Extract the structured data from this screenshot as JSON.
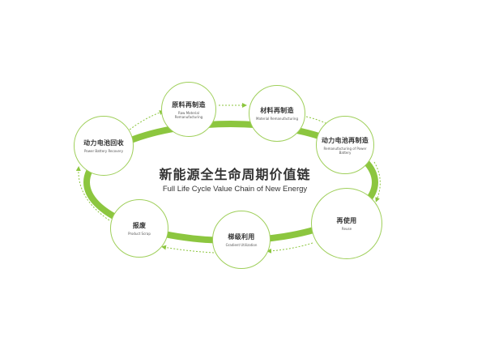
{
  "title": {
    "zh": "新能源全生命周期价值链",
    "en": "Full Life Cycle Value Chain of New Energy"
  },
  "colors": {
    "accent": "#8cc63f",
    "node_border": "#9fcf5a",
    "text": "#333333"
  },
  "nodes": [
    {
      "zh": "动力电池回收",
      "en": "Power Battery Recovery"
    },
    {
      "zh": "原料再制造",
      "en": "Raw Material Remanufacturing"
    },
    {
      "zh": "材料再制造",
      "en": "Material Remanufacturing"
    },
    {
      "zh": "动力电池再制造",
      "en": "Remanufacturing of Power Battery"
    },
    {
      "zh": "再使用",
      "en": "Reuse"
    },
    {
      "zh": "梯级利用",
      "en": "Gradient Utilization"
    },
    {
      "zh": "报废",
      "en": "Product Scrap"
    }
  ]
}
